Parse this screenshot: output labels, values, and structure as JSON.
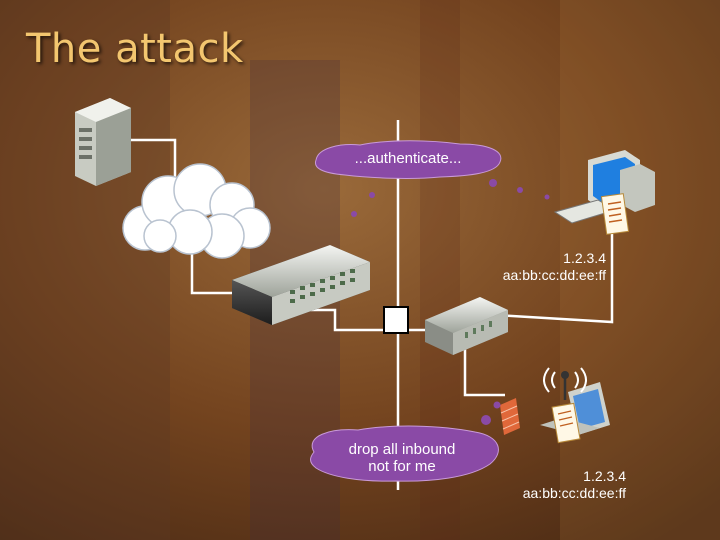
{
  "slide": {
    "title": "The attack"
  },
  "bubbles": {
    "authenticate": "...authenticate...",
    "drop_line1": "drop all inbound",
    "drop_line2": "not for me"
  },
  "hosts": {
    "desktop": {
      "ip": "1.2.3.4",
      "mac": "aa:bb:cc:dd:ee:ff"
    },
    "laptop": {
      "ip": "1.2.3.4",
      "mac": "aa:bb:cc:dd:ee:ff"
    }
  },
  "colors": {
    "background": "#7a4a22",
    "title": "#f3c66f",
    "bubble": "#8a4aa6",
    "wire": "#ffffff"
  },
  "icons": [
    "server-icon",
    "cloud-icon",
    "switch-icon",
    "hub-icon",
    "desktop-computer-icon",
    "laptop-icon",
    "firewall-icon",
    "filter-box-icon"
  ]
}
